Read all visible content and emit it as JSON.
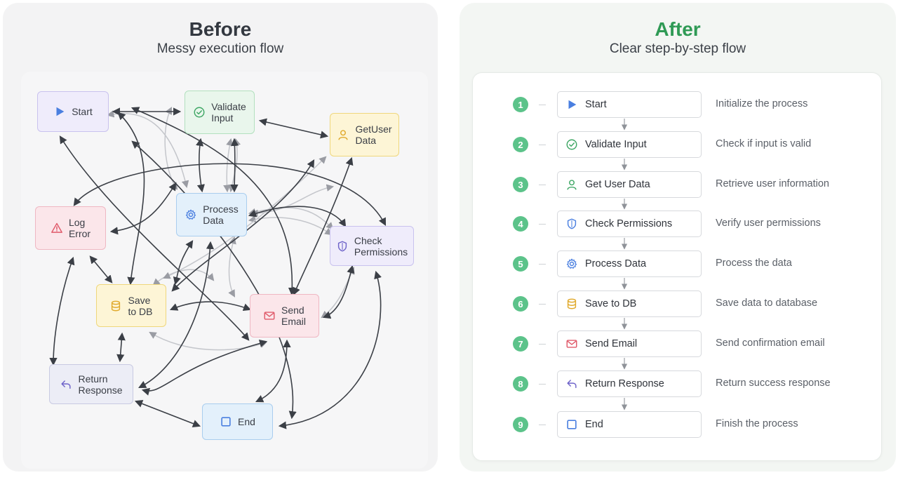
{
  "before": {
    "title": "Before",
    "subtitle": "Messy execution flow",
    "nodes": [
      {
        "id": "start",
        "label": "Start",
        "icon": "play-icon",
        "style": "n-purple"
      },
      {
        "id": "validate",
        "label": "Validate\nInput",
        "icon": "check-circle-icon",
        "style": "n-green"
      },
      {
        "id": "getuser",
        "label": "GetUser\nData",
        "icon": "user-icon",
        "style": "n-yellow"
      },
      {
        "id": "logerror",
        "label": "Log\nError",
        "icon": "warning-icon",
        "style": "n-red"
      },
      {
        "id": "process",
        "label": "Process\nData",
        "icon": "gear-icon",
        "style": "n-blue"
      },
      {
        "id": "checkperm",
        "label": "Check\nPermissions",
        "icon": "shield-icon",
        "style": "n-purple"
      },
      {
        "id": "savedb",
        "label": "Save\nto DB",
        "icon": "database-icon",
        "style": "n-yellow"
      },
      {
        "id": "sendemail",
        "label": "Send\nEmail",
        "icon": "mail-icon",
        "style": "n-red"
      },
      {
        "id": "return",
        "label": "Return\nResponse",
        "icon": "return-arrow-icon",
        "style": "n-slate"
      },
      {
        "id": "end",
        "label": "End",
        "icon": "square-icon",
        "style": "n-blue"
      }
    ]
  },
  "after": {
    "title": "After",
    "subtitle": "Clear step-by-step flow",
    "steps": [
      {
        "num": "1",
        "label": "Start",
        "icon": "play-icon",
        "desc": "Initialize the process"
      },
      {
        "num": "2",
        "label": "Validate Input",
        "icon": "check-circle-icon",
        "desc": "Check if input is valid"
      },
      {
        "num": "3",
        "label": "Get User Data",
        "icon": "user-icon",
        "desc": "Retrieve user information"
      },
      {
        "num": "4",
        "label": "Check Permissions",
        "icon": "shield-icon",
        "desc": "Verify user permissions"
      },
      {
        "num": "5",
        "label": "Process Data",
        "icon": "gear-icon",
        "desc": "Process the data"
      },
      {
        "num": "6",
        "label": "Save to DB",
        "icon": "database-icon",
        "desc": "Save data to database"
      },
      {
        "num": "7",
        "label": "Send Email",
        "icon": "mail-icon",
        "desc": "Send confirmation email"
      },
      {
        "num": "8",
        "label": "Return Response",
        "icon": "return-arrow-icon",
        "desc": "Return success response"
      },
      {
        "num": "9",
        "label": "End",
        "icon": "square-icon",
        "desc": "Finish the process"
      }
    ]
  },
  "colors": {
    "after_accent": "#2f9a55",
    "step_badge": "#5cc38a",
    "arrow_dark": "#3b3f46",
    "arrow_light": "#c4c6cb",
    "icon_blue": "#4a7fe0",
    "icon_green": "#3fa765",
    "icon_yellow": "#e0a92a",
    "icon_red": "#e05a6a",
    "icon_purple": "#6e63c9"
  }
}
